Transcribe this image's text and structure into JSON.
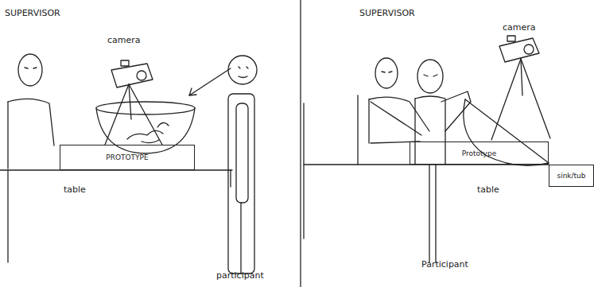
{
  "diagram": {
    "nodes": [
      {
        "text": [
          "PROTOTYPE"
        ]
      },
      {
        "text": [
          "Prototype"
        ]
      },
      {
        "text": [
          "sink/tub"
        ]
      }
    ],
    "labels": [
      "SUPERVISOR",
      "camera",
      "table",
      "participant",
      "SUPERVISOR",
      "camera",
      "table",
      "Participant"
    ]
  }
}
